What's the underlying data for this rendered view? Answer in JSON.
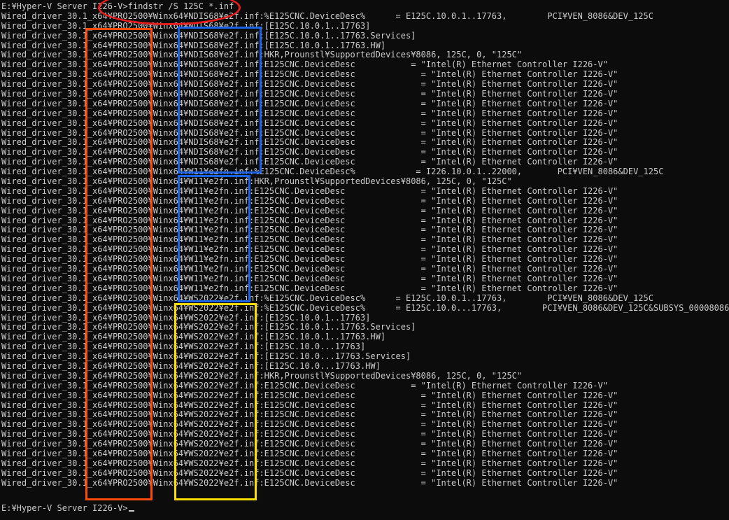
{
  "terminal": {
    "command_prompt": "E:¥Hyper-V Server I226-V>findstr /S 125C *.inf",
    "lines": [
      "Wired_driver_30.1_x64¥PRO2500¥Winx64¥NDIS68¥e2f.inf:%E125CNC.DeviceDesc%      = E125C.10.0.1..17763,        PCI¥VEN_8086&DEV_125C",
      "Wired_driver_30.1_x64¥PRO2500¥Winx64¥NDIS68¥e2f.inf:[E125C.10.0.1..17763]",
      "Wired_driver_30.1_x64¥PRO2500¥Winx64¥NDIS68¥e2f.inf:[E125C.10.0.1..17763.Services]",
      "Wired_driver_30.1_x64¥PRO2500¥Winx64¥NDIS68¥e2f.inf:[E125C.10.0.1..17763.HW]",
      "Wired_driver_30.1_x64¥PRO2500¥Winx64¥NDIS68¥e2f.inf:HKR,Prounstl¥SupportedDevices¥8086, 125C, 0, \"125C\"",
      "Wired_driver_30.1_x64¥PRO2500¥Winx64¥NDIS68¥e2f.inf:E125CNC.DeviceDesc           = \"Intel(R) Ethernet Controller I226-V\"",
      "Wired_driver_30.1_x64¥PRO2500¥Winx64¥NDIS68¥e2f.inf:E125CNC.DeviceDesc             = \"Intel(R) Ethernet Controller I226-V\"",
      "Wired_driver_30.1_x64¥PRO2500¥Winx64¥NDIS68¥e2f.inf:E125CNC.DeviceDesc             = \"Intel(R) Ethernet Controller I226-V\"",
      "Wired_driver_30.1_x64¥PRO2500¥Winx64¥NDIS68¥e2f.inf:E125CNC.DeviceDesc             = \"Intel(R) Ethernet Controller I226-V\"",
      "Wired_driver_30.1_x64¥PRO2500¥Winx64¥NDIS68¥e2f.inf:E125CNC.DeviceDesc             = \"Intel(R) Ethernet Controller I226-V\"",
      "Wired_driver_30.1_x64¥PRO2500¥Winx64¥NDIS68¥e2f.inf:E125CNC.DeviceDesc             = \"Intel(R) Ethernet Controller I226-V\"",
      "Wired_driver_30.1_x64¥PRO2500¥Winx64¥NDIS68¥e2f.inf:E125CNC.DeviceDesc             = \"Intel(R) Ethernet Controller I226-V\"",
      "Wired_driver_30.1_x64¥PRO2500¥Winx64¥NDIS68¥e2f.inf:E125CNC.DeviceDesc             = \"Intel(R) Ethernet Controller I226-V\"",
      "Wired_driver_30.1_x64¥PRO2500¥Winx64¥NDIS68¥e2f.inf:E125CNC.DeviceDesc             = \"Intel(R) Ethernet Controller I226-V\"",
      "Wired_driver_30.1_x64¥PRO2500¥Winx64¥NDIS68¥e2f.inf:E125CNC.DeviceDesc             = \"Intel(R) Ethernet Controller I226-V\"",
      "Wired_driver_30.1_x64¥PRO2500¥Winx64¥NDIS68¥e2f.inf:E125CNC.DeviceDesc             = \"Intel(R) Ethernet Controller I226-V\"",
      "Wired_driver_30.1_x64¥PRO2500¥Winx64¥W11¥e2fn.inf:%E125CNC.DeviceDesc%            = I226.10.0.1..22000,       PCI¥VEN_8086&DEV_125C",
      "Wired_driver_30.1_x64¥PRO2500¥Winx64¥W11¥e2fn.inf:HKR,Prounstl¥SupportedDevices¥8086, 125C, 0, \"125C\"",
      "Wired_driver_30.1_x64¥PRO2500¥Winx64¥W11¥e2fn.inf:E125CNC.DeviceDesc               = \"Intel(R) Ethernet Controller I226-V\"",
      "Wired_driver_30.1_x64¥PRO2500¥Winx64¥W11¥e2fn.inf:E125CNC.DeviceDesc               = \"Intel(R) Ethernet Controller I226-V\"",
      "Wired_driver_30.1_x64¥PRO2500¥Winx64¥W11¥e2fn.inf:E125CNC.DeviceDesc               = \"Intel(R) Ethernet Controller I226-V\"",
      "Wired_driver_30.1_x64¥PRO2500¥Winx64¥W11¥e2fn.inf:E125CNC.DeviceDesc               = \"Intel(R) Ethernet Controller I226-V\"",
      "Wired_driver_30.1_x64¥PRO2500¥Winx64¥W11¥e2fn.inf:E125CNC.DeviceDesc               = \"Intel(R) Ethernet Controller I226-V\"",
      "Wired_driver_30.1_x64¥PRO2500¥Winx64¥W11¥e2fn.inf:E125CNC.DeviceDesc               = \"Intel(R) Ethernet Controller I226-V\"",
      "Wired_driver_30.1_x64¥PRO2500¥Winx64¥W11¥e2fn.inf:E125CNC.DeviceDesc               = \"Intel(R) Ethernet Controller I226-V\"",
      "Wired_driver_30.1_x64¥PRO2500¥Winx64¥W11¥e2fn.inf:E125CNC.DeviceDesc               = \"Intel(R) Ethernet Controller I226-V\"",
      "Wired_driver_30.1_x64¥PRO2500¥Winx64¥W11¥e2fn.inf:E125CNC.DeviceDesc               = \"Intel(R) Ethernet Controller I226-V\"",
      "Wired_driver_30.1_x64¥PRO2500¥Winx64¥W11¥e2fn.inf:E125CNC.DeviceDesc               = \"Intel(R) Ethernet Controller I226-V\"",
      "Wired_driver_30.1_x64¥PRO2500¥Winx64¥W11¥e2fn.inf:E125CNC.DeviceDesc               = \"Intel(R) Ethernet Controller I226-V\"",
      "Wired_driver_30.1_x64¥PRO2500¥Winx64¥WS2022¥e2f.inf:%E125CNC.DeviceDesc%      = E125C.10.0.1..17763,        PCI¥VEN_8086&DEV_125C",
      "Wired_driver_30.1_x64¥PRO2500¥Winx64¥WS2022¥e2f.inf:%E125CNC.DeviceDesc%      = E125C.10.0...17763,        PCI¥VEN_8086&DEV_125C&SUBSYS_00008086",
      "Wired_driver_30.1_x64¥PRO2500¥Winx64¥WS2022¥e2f.inf:[E125C.10.0.1..17763]",
      "Wired_driver_30.1_x64¥PRO2500¥Winx64¥WS2022¥e2f.inf:[E125C.10.0.1..17763.Services]",
      "Wired_driver_30.1_x64¥PRO2500¥Winx64¥WS2022¥e2f.inf:[E125C.10.0.1..17763.HW]",
      "Wired_driver_30.1_x64¥PRO2500¥Winx64¥WS2022¥e2f.inf:[E125C.10.0...17763]",
      "Wired_driver_30.1_x64¥PRO2500¥Winx64¥WS2022¥e2f.inf:[E125C.10.0...17763.Services]",
      "Wired_driver_30.1_x64¥PRO2500¥Winx64¥WS2022¥e2f.inf:[E125C.10.0...17763.HW]",
      "Wired_driver_30.1_x64¥PRO2500¥Winx64¥WS2022¥e2f.inf:HKR,Prounstl¥SupportedDevices¥8086, 125C, 0, \"125C\"",
      "Wired_driver_30.1_x64¥PRO2500¥Winx64¥WS2022¥e2f.inf:E125CNC.DeviceDesc           = \"Intel(R) Ethernet Controller I226-V\"",
      "Wired_driver_30.1_x64¥PRO2500¥Winx64¥WS2022¥e2f.inf:E125CNC.DeviceDesc             = \"Intel(R) Ethernet Controller I226-V\"",
      "Wired_driver_30.1_x64¥PRO2500¥Winx64¥WS2022¥e2f.inf:E125CNC.DeviceDesc             = \"Intel(R) Ethernet Controller I226-V\"",
      "Wired_driver_30.1_x64¥PRO2500¥Winx64¥WS2022¥e2f.inf:E125CNC.DeviceDesc             = \"Intel(R) Ethernet Controller I226-V\"",
      "Wired_driver_30.1_x64¥PRO2500¥Winx64¥WS2022¥e2f.inf:E125CNC.DeviceDesc             = \"Intel(R) Ethernet Controller I226-V\"",
      "Wired_driver_30.1_x64¥PRO2500¥Winx64¥WS2022¥e2f.inf:E125CNC.DeviceDesc             = \"Intel(R) Ethernet Controller I226-V\"",
      "Wired_driver_30.1_x64¥PRO2500¥Winx64¥WS2022¥e2f.inf:E125CNC.DeviceDesc             = \"Intel(R) Ethernet Controller I226-V\"",
      "Wired_driver_30.1_x64¥PRO2500¥Winx64¥WS2022¥e2f.inf:E125CNC.DeviceDesc             = \"Intel(R) Ethernet Controller I226-V\"",
      "Wired_driver_30.1_x64¥PRO2500¥Winx64¥WS2022¥e2f.inf:E125CNC.DeviceDesc             = \"Intel(R) Ethernet Controller I226-V\"",
      "Wired_driver_30.1_x64¥PRO2500¥Winx64¥WS2022¥e2f.inf:E125CNC.DeviceDesc             = \"Intel(R) Ethernet Controller I226-V\"",
      "Wired_driver_30.1_x64¥PRO2500¥Winx64¥WS2022¥e2f.inf:E125CNC.DeviceDesc             = \"Intel(R) Ethernet Controller I226-V\""
    ],
    "final_prompt": "E:¥Hyper-V Server I226-V>"
  },
  "annotations": {
    "orange": "#ff4a0a",
    "blue": "#1a62e8",
    "yellow": "#ffdc00",
    "red": "#e81c1c"
  }
}
